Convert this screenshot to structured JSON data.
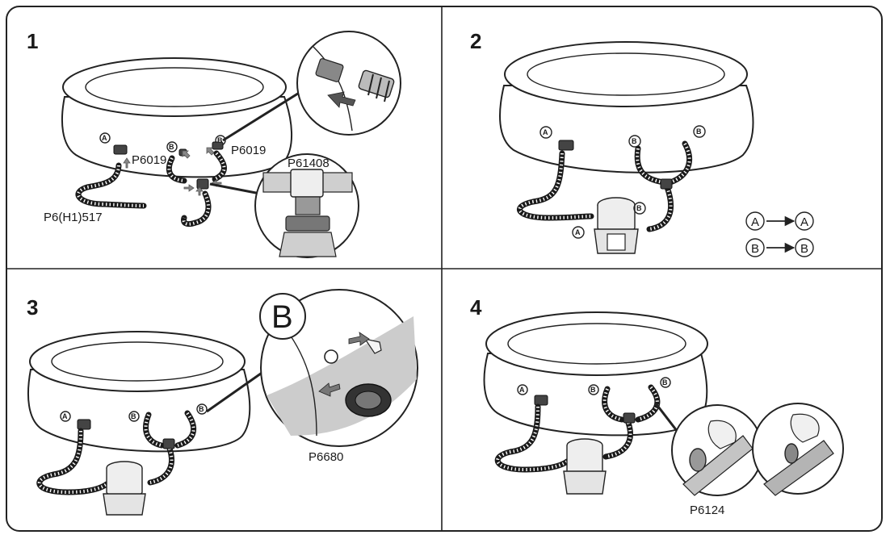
{
  "steps": [
    {
      "number": "1",
      "labels": {
        "hose_long": "P6(H1)517",
        "strainer_a": "P6019",
        "strainer_b": "P6019",
        "connector": "P61408",
        "mark_a": "A",
        "mark_b1": "B",
        "mark_b2": "B"
      }
    },
    {
      "number": "2",
      "labels": {
        "mark_a": "A",
        "mark_b1": "B",
        "mark_b2": "B",
        "pump_a": "A",
        "pump_b": "B"
      },
      "legend": [
        {
          "from": "A",
          "to": "A"
        },
        {
          "from": "B",
          "to": "B"
        }
      ]
    },
    {
      "number": "3",
      "labels": {
        "mark_a": "A",
        "mark_b1": "B",
        "mark_b2": "B",
        "zoom_letter": "B",
        "part": "P6680"
      }
    },
    {
      "number": "4",
      "labels": {
        "mark_a": "A",
        "mark_b1": "B",
        "mark_b2": "B",
        "part": "P6124"
      }
    }
  ]
}
